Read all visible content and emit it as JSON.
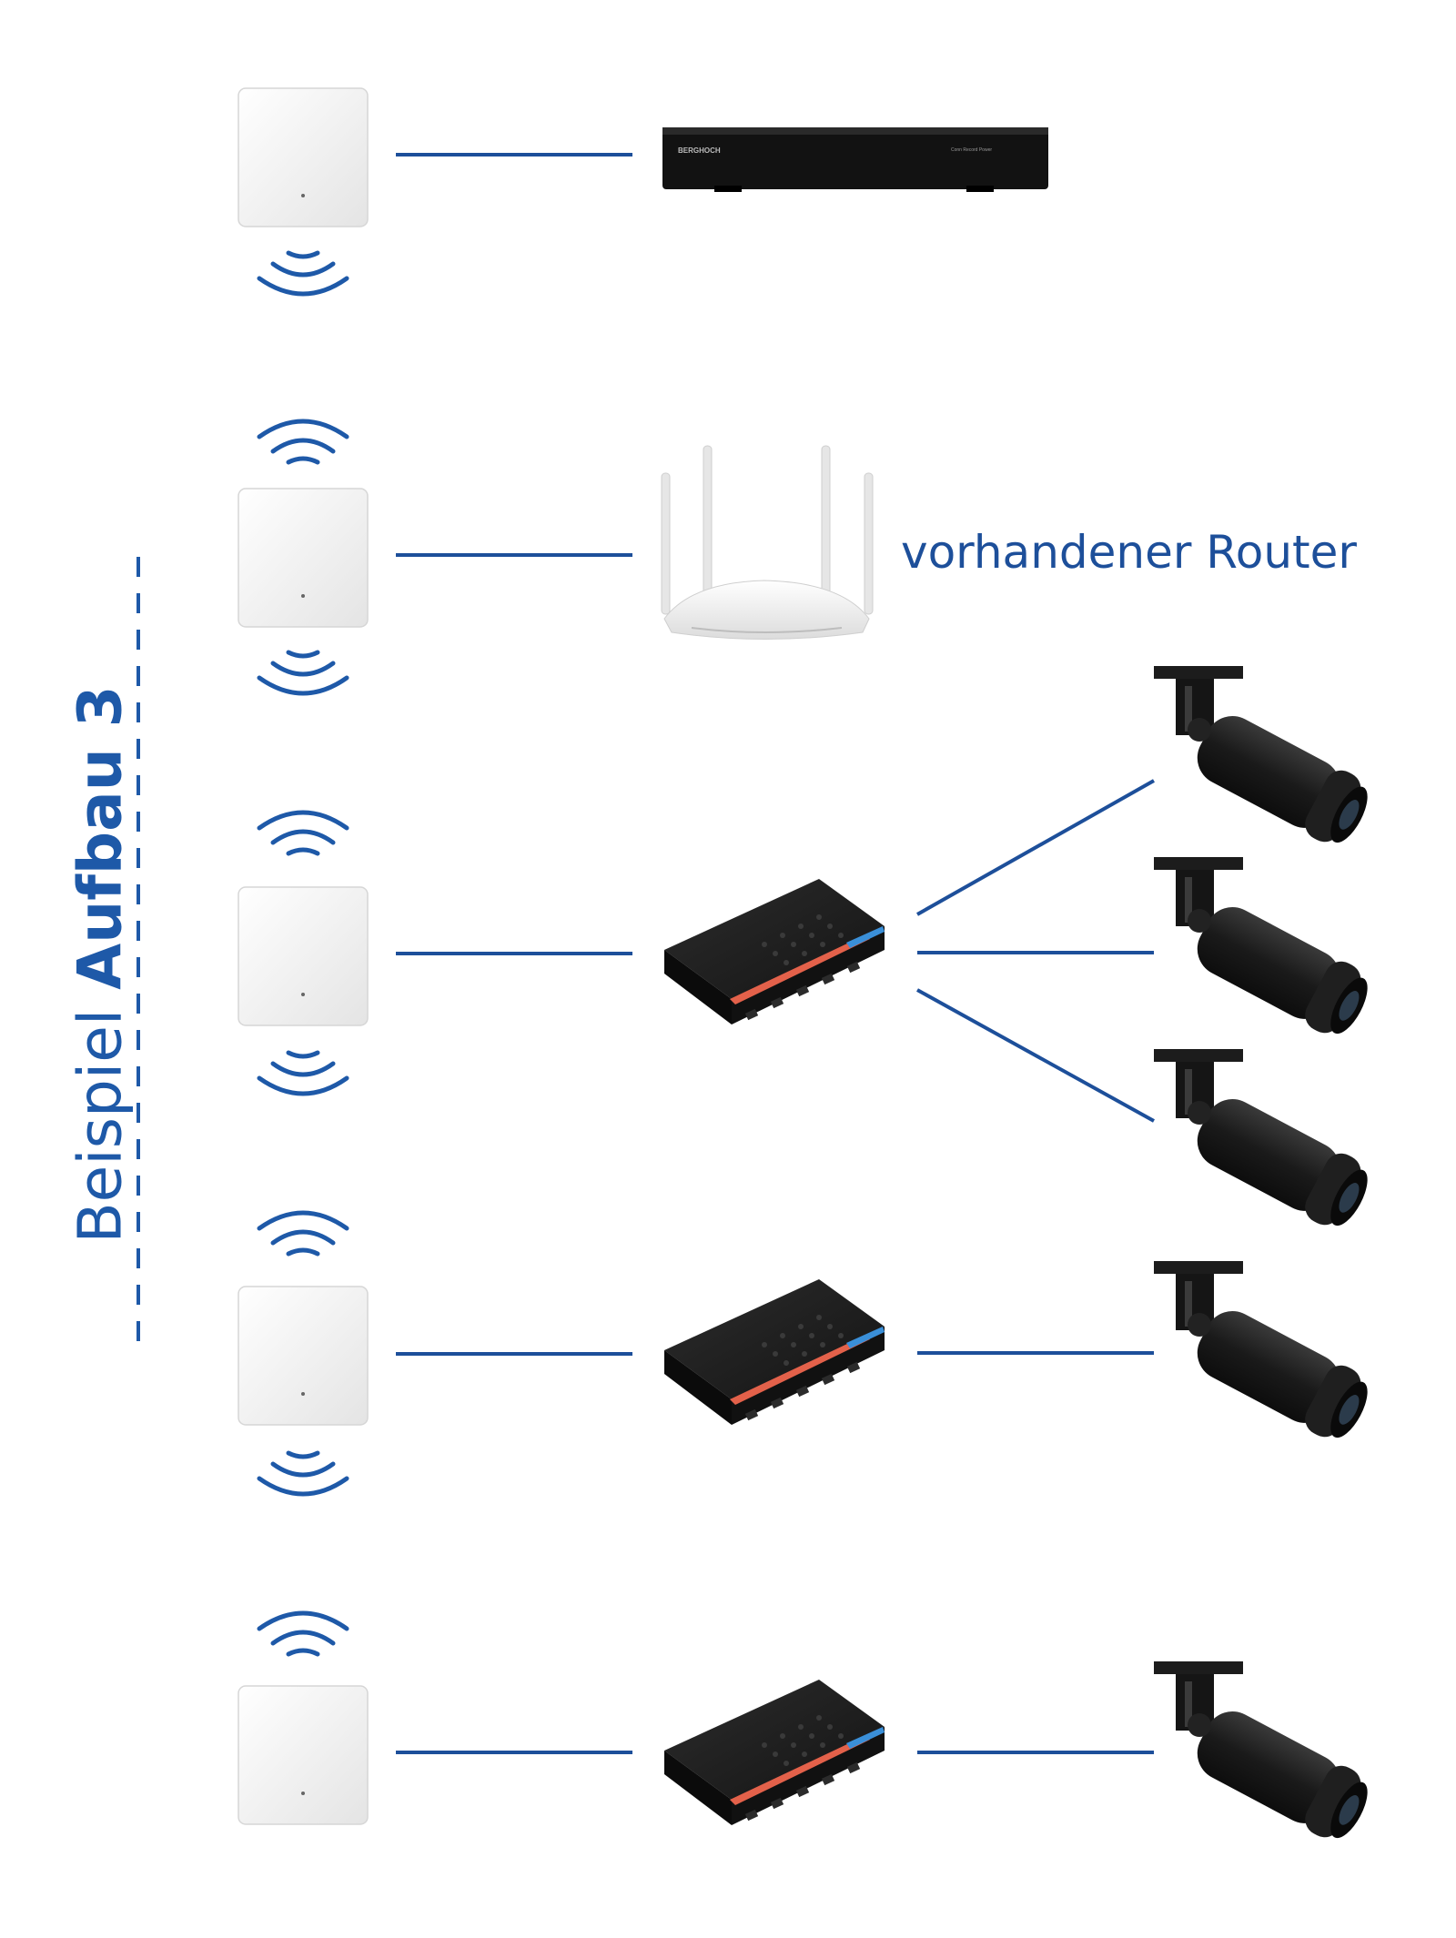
{
  "title_normal": "Beispiel",
  "title_bold": "Aufbau 3",
  "router_label": "vorhandener Router",
  "nvr_brand": "BERGHOCH",
  "nvr_status": "Conn  Record  Power",
  "colors": {
    "accent": "#1e59a8",
    "line": "#1d4f9a"
  }
}
